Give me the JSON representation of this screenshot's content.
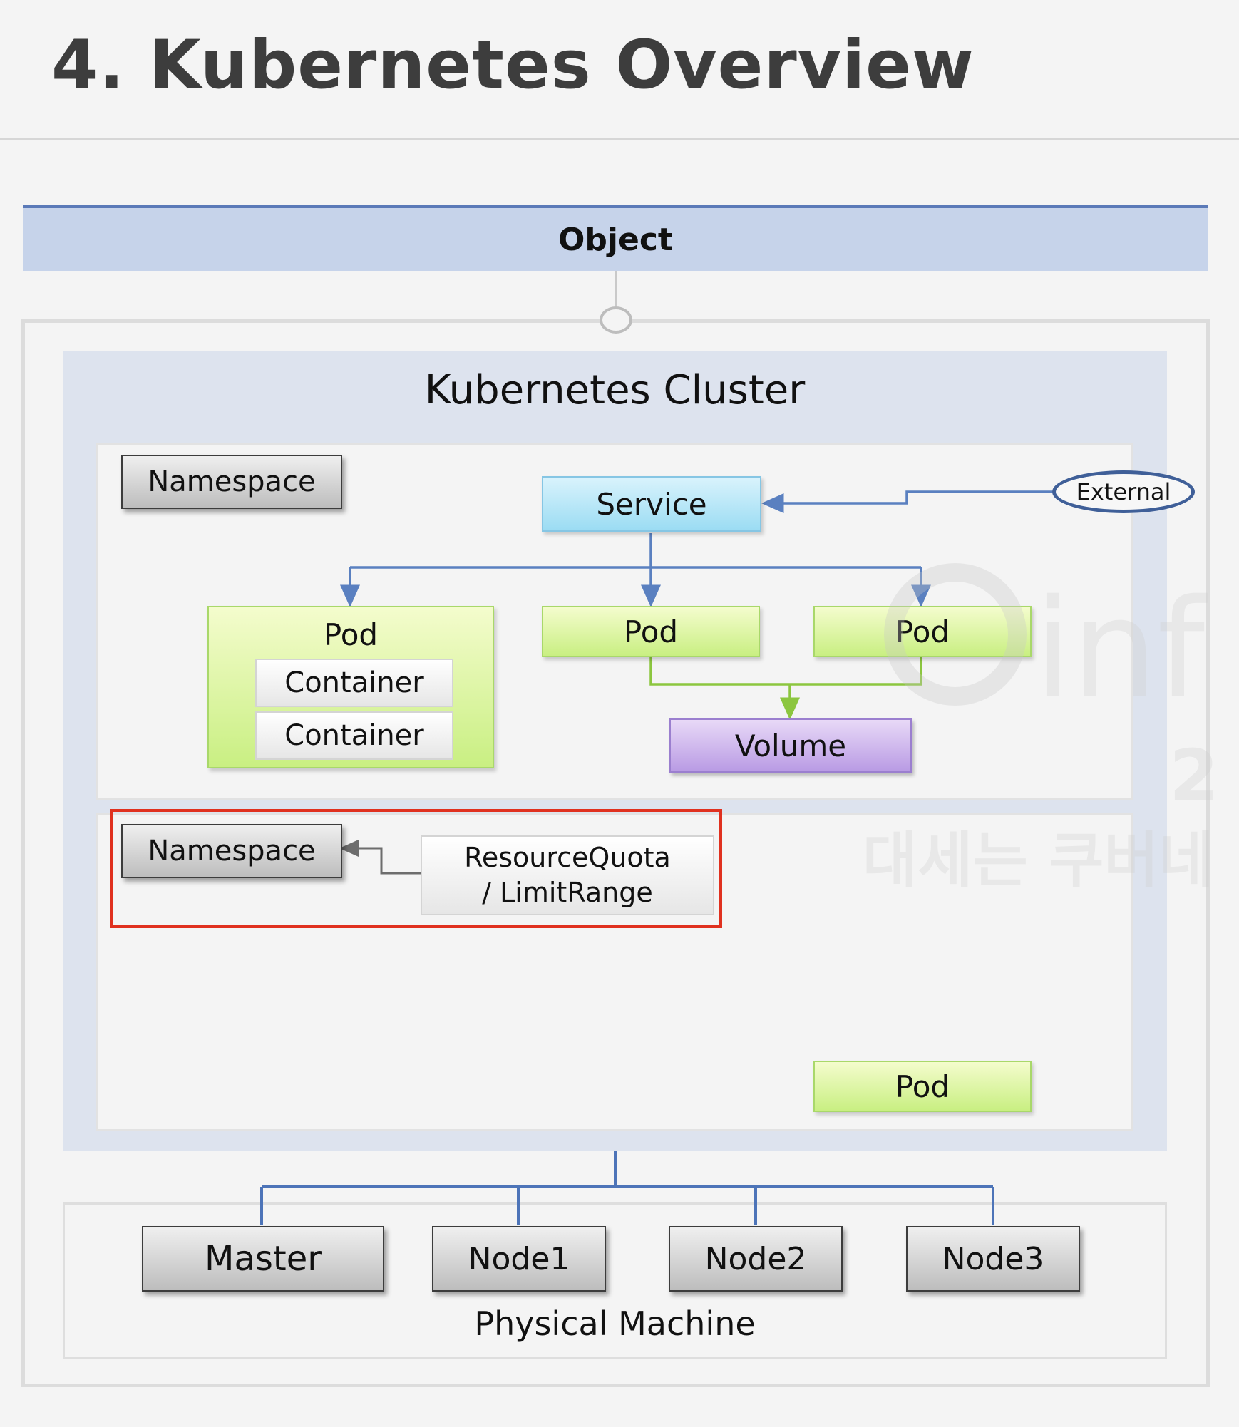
{
  "page": {
    "title": "4. Kubernetes Overview"
  },
  "diagram": {
    "header": "Object",
    "cluster_label": "Kubernetes Cluster",
    "namespace_top": {
      "namespace_label": "Namespace",
      "service_label": "Service",
      "external_label": "External",
      "pod_with_containers": {
        "label": "Pod",
        "containers": [
          "Container",
          "Container"
        ]
      },
      "pod_middle": "Pod",
      "pod_right": "Pod",
      "volume_label": "Volume"
    },
    "namespace_bottom": {
      "namespace_label": "Namespace",
      "quota_line1": "ResourceQuota",
      "quota_line2": "/ LimitRange",
      "pod_label": "Pod"
    },
    "physical": {
      "label": "Physical Machine",
      "nodes": [
        "Master",
        "Node1",
        "Node2",
        "Node3"
      ]
    }
  },
  "watermark": {
    "line1": "inf",
    "line2": "2",
    "line3": "대세는 쿠버네"
  },
  "colors": {
    "accent_blue": "#5b7ab8",
    "line_blue": "#5a80c0",
    "line_green": "#8cc63f",
    "highlight_red": "#e0311f"
  }
}
